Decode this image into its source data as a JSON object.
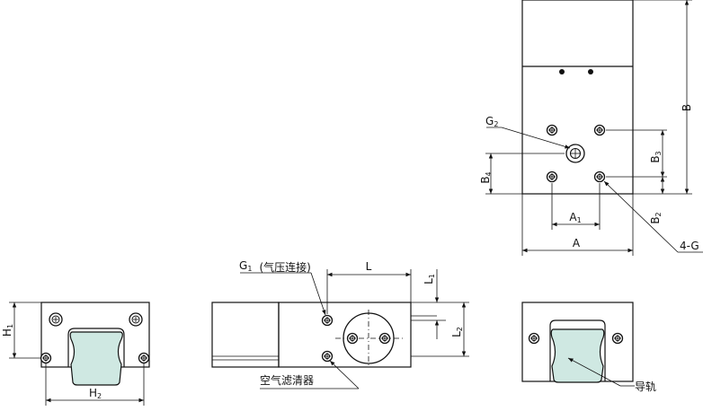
{
  "top_view": {
    "labels": {
      "A": "A",
      "A1": "A1",
      "B": "B",
      "B2": "B2",
      "B3": "B3",
      "B4": "B4",
      "G2": "G2",
      "hole_callout": "4-G"
    }
  },
  "front_view": {
    "labels": {
      "H1": "H1",
      "H2": "H2"
    }
  },
  "side_view": {
    "labels": {
      "G1": "G1",
      "G1_note": "(气压连接)",
      "L": "L",
      "L1": "L1",
      "L2": "L2",
      "filter": "空气滤清器"
    }
  },
  "rear_view": {
    "labels": {
      "rail": "导轨"
    }
  }
}
